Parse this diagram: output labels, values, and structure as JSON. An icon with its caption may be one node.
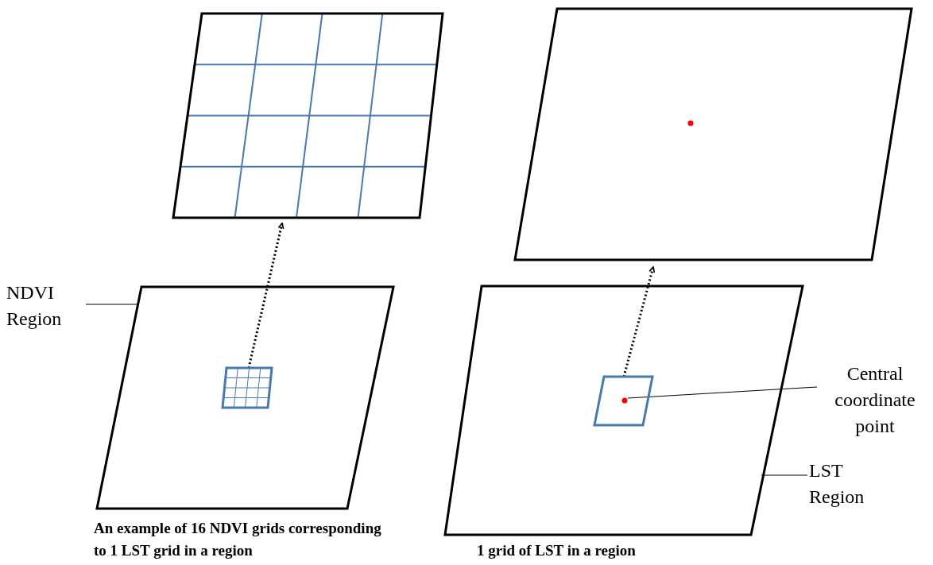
{
  "diagram": {
    "nodes": [
      {
        "text": [],
        "shape": "parallelogram"
      },
      {
        "text": [],
        "shape": "parallelogram"
      },
      {
        "text": [
          "NDVI Region"
        ]
      },
      {
        "text": [],
        "shape": "parallelogram",
        "in": 1
      },
      {
        "text": [],
        "shape": "parallelogram"
      },
      {
        "text": [],
        "shape": "parallelogram"
      },
      {
        "text": [],
        "shape": "parallelogram",
        "in": 5
      },
      {
        "text": [],
        "shape": "circle",
        "in": 6
      },
      {
        "text": [
          "Central coordinate point"
        ]
      },
      {
        "text": [
          "LST Region"
        ]
      }
    ],
    "edges": [
      {
        "from": 3,
        "to": 0,
        "arrow": "to",
        "style": "dashed"
      },
      {
        "from": 2,
        "to": 1,
        "arrow": "none"
      },
      {
        "from": 6,
        "to": 4,
        "arrow": "to",
        "style": "dashed"
      },
      {
        "from": 8,
        "to": 7,
        "arrow": "none"
      },
      {
        "from": 9,
        "to": 5,
        "arrow": "none"
      }
    ],
    "labels": [
      "An example of 16 NDVI grids corresponding to 1 LST grid in a region",
      "1 grid of LST in a region"
    ]
  }
}
